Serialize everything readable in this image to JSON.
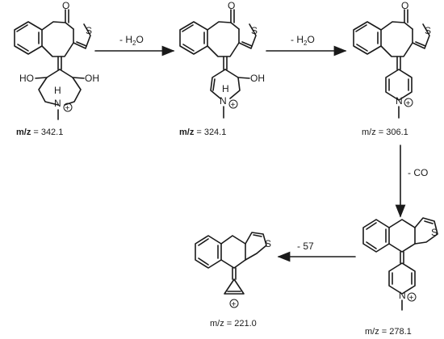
{
  "labels": {
    "oxygen": "O",
    "sulfur": "S",
    "nitrogen": "N",
    "hydroxyl_left": "HO",
    "hydroxyl_right": "OH",
    "hydrogen": "H",
    "charge": "+"
  },
  "steps": [
    {
      "label_main": "- H",
      "label_sub": "2",
      "label_tail": "O"
    },
    {
      "label_main": "- H",
      "label_sub": "2",
      "label_tail": "O"
    },
    {
      "label_main": "- CO",
      "label_sub": "",
      "label_tail": ""
    },
    {
      "label_main": "- 57",
      "label_sub": "",
      "label_tail": ""
    }
  ],
  "compounds": [
    {
      "mz_prefix": "m/z",
      "mz_value": "= 342.1"
    },
    {
      "mz_prefix": "m/z",
      "mz_value": "= 324.1"
    },
    {
      "mz_prefix": "m/z",
      "mz_value": "= 306.1"
    },
    {
      "mz_prefix": "m/z",
      "mz_value": "= 278.1"
    },
    {
      "mz_prefix": "m/z",
      "mz_value": "= 221.0"
    }
  ]
}
